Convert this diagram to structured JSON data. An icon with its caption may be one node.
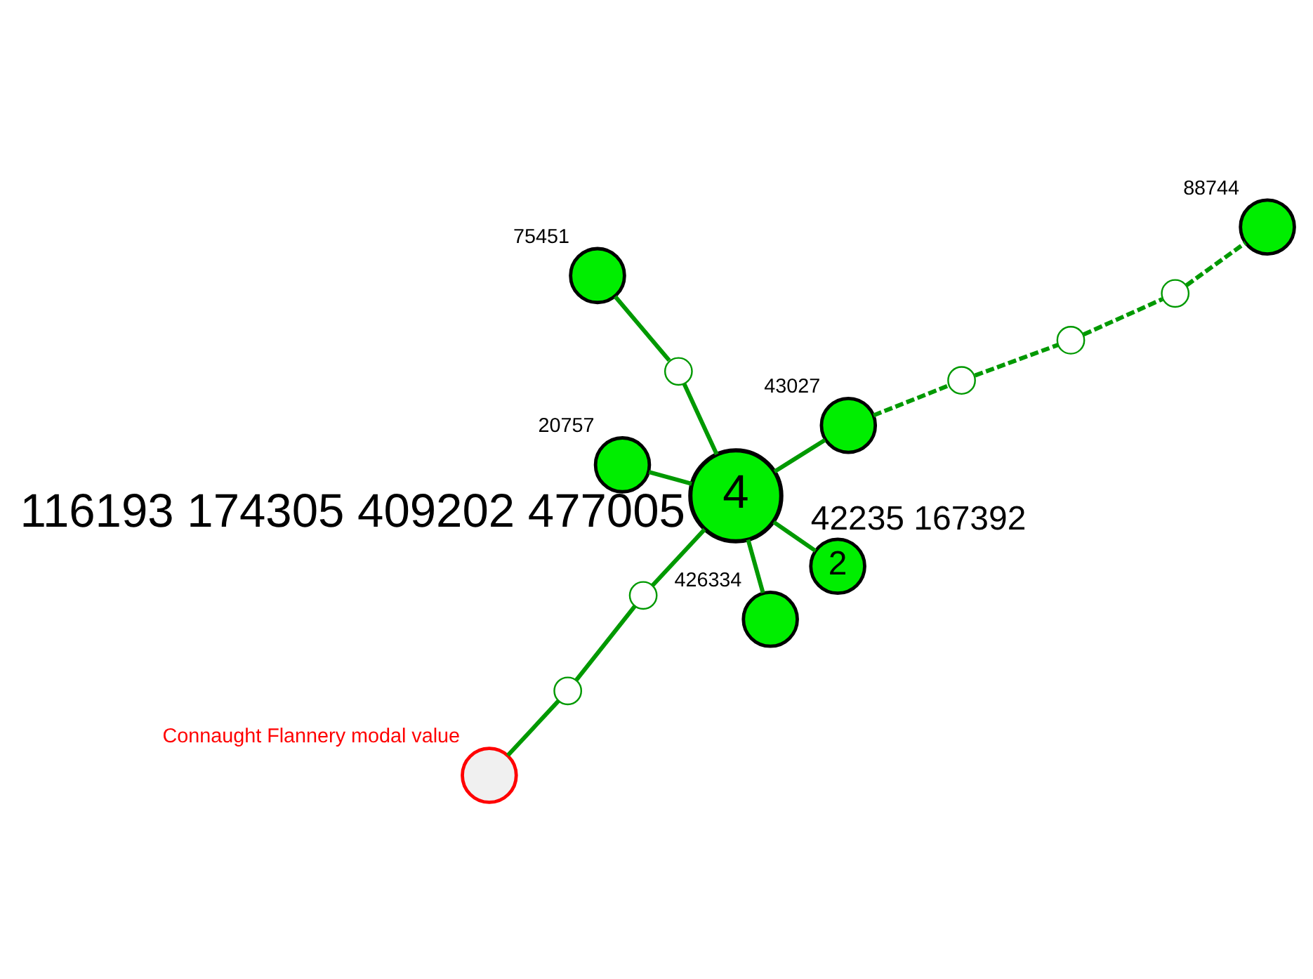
{
  "diagram": {
    "nodes": [
      {
        "text": [],
        "shape": "circle",
        "beside": [
          "Connaught Flannery modal value"
        ]
      },
      {
        "text": [],
        "shape": "circle"
      },
      {
        "text": [],
        "shape": "circle"
      },
      {
        "text": [
          "4"
        ],
        "beside": [
          "116193 174305 409202 477005"
        ]
      },
      {
        "text": [],
        "shape": "circle"
      },
      {
        "text": [],
        "shape": "circle",
        "beside": [
          "75451"
        ]
      },
      {
        "text": [],
        "shape": "circle",
        "beside": [
          "20757"
        ]
      },
      {
        "text": [],
        "shape": "circle",
        "beside": [
          "43027"
        ]
      },
      {
        "text": [],
        "shape": "circle",
        "beside": [
          "426334"
        ]
      },
      {
        "text": [
          "2"
        ],
        "beside": [
          "42235 167392"
        ]
      },
      {
        "text": [],
        "shape": "circle"
      },
      {
        "text": [],
        "shape": "circle"
      },
      {
        "text": [],
        "shape": "circle"
      },
      {
        "text": [],
        "shape": "circle",
        "beside": [
          "88744"
        ]
      }
    ],
    "edges": [
      {
        "from": 0,
        "to": 1,
        "arrow": "none"
      },
      {
        "from": 1,
        "to": 2,
        "arrow": "none"
      },
      {
        "from": 2,
        "to": 3,
        "arrow": "none"
      },
      {
        "from": 3,
        "to": 4,
        "arrow": "none"
      },
      {
        "from": 4,
        "to": 5,
        "arrow": "none"
      },
      {
        "from": 3,
        "to": 6,
        "arrow": "none"
      },
      {
        "from": 3,
        "to": 7,
        "arrow": "none"
      },
      {
        "from": 3,
        "to": 8,
        "arrow": "none"
      },
      {
        "from": 3,
        "to": 9,
        "arrow": "none"
      },
      {
        "from": 7,
        "to": 10,
        "arrow": "none",
        "style": "dashed"
      },
      {
        "from": 10,
        "to": 11,
        "arrow": "none",
        "style": "dashed"
      },
      {
        "from": 11,
        "to": 12,
        "arrow": "none",
        "style": "dashed"
      },
      {
        "from": 12,
        "to": 13,
        "arrow": "none",
        "style": "dashed"
      }
    ]
  }
}
